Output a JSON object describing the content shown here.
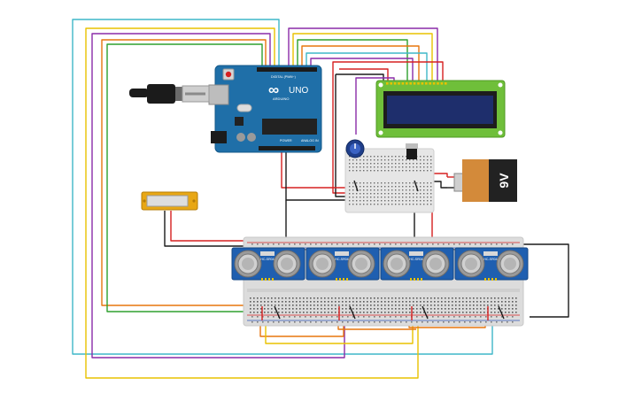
{
  "arduino": {
    "brand_glyph": "∞",
    "model": "UNO",
    "sub_label": "ARDUINO",
    "digital_label": "DIGITAL (PWM~)",
    "power_label": "POWER",
    "analog_label": "ANALOG IN"
  },
  "battery": {
    "label": "9V"
  },
  "sensors": {
    "count": 4,
    "label": "HC-SR04"
  },
  "colors": {
    "wire_red": "#d62020",
    "wire_black": "#1b1b1b",
    "wire_orange": "#e7760d",
    "wire_yellow": "#e8c200",
    "wire_green": "#2ea02e",
    "wire_purple": "#8a2ca8",
    "wire_cyan": "#3fb7c8",
    "board_blue": "#1f6fa8",
    "lcd_green": "#6fbf3a",
    "lcd_screen": "#1e2e6c"
  }
}
